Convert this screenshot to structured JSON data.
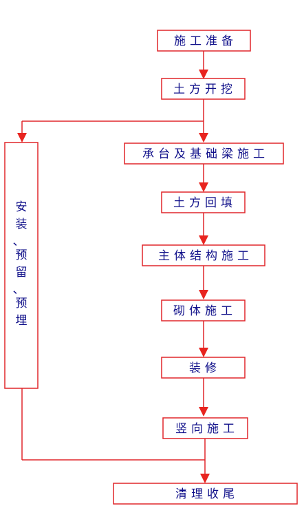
{
  "diagram": {
    "steps": [
      {
        "label": "施工准备"
      },
      {
        "label": "土方开挖"
      },
      {
        "label": "承台及基础梁施工"
      },
      {
        "label": "土方回填"
      },
      {
        "label": "主体结构施工"
      },
      {
        "label": "砌体施工"
      },
      {
        "label": "装修"
      },
      {
        "label": "竖向施工"
      },
      {
        "label": "清理收尾"
      }
    ],
    "side_box": {
      "lines": [
        "安",
        "装",
        "、",
        "预",
        "留",
        "、",
        "预",
        "埋"
      ]
    },
    "colors": {
      "line": "#e0262a",
      "arrow": "#e8241f",
      "text": "#10108a"
    }
  }
}
